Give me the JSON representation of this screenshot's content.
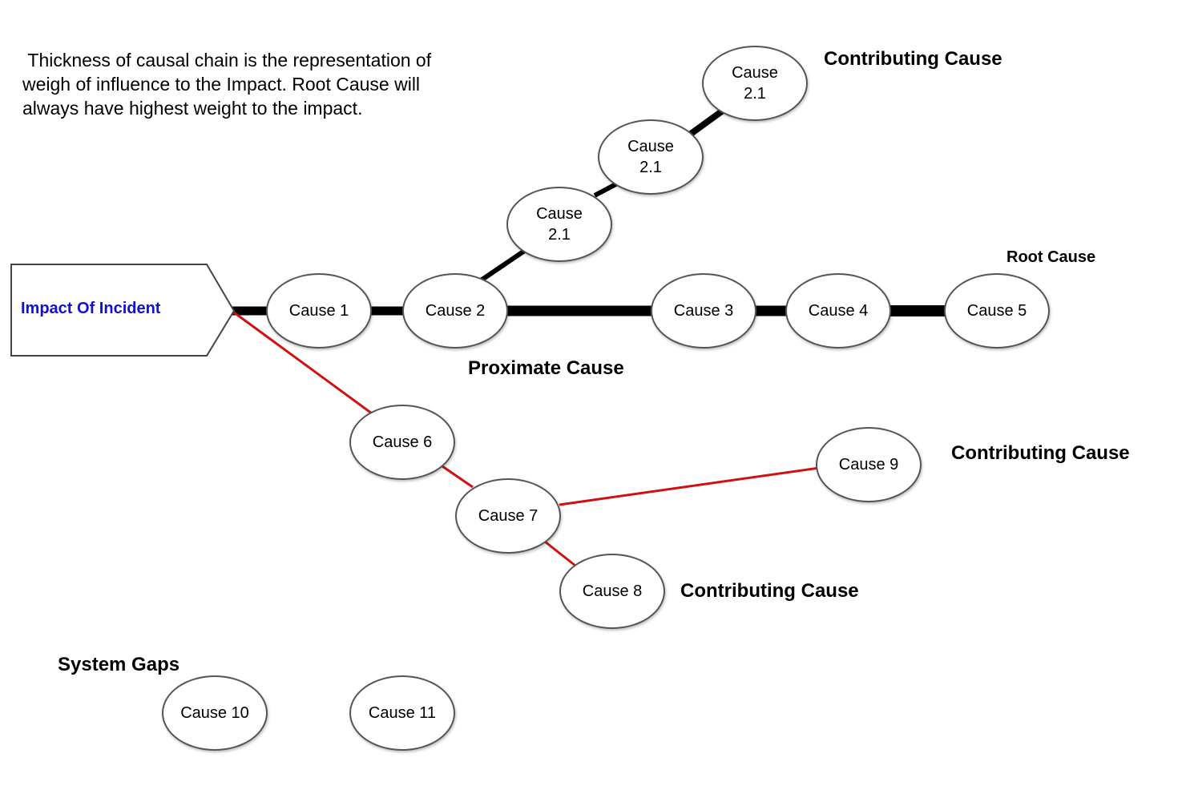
{
  "note": " Thickness of causal chain is the representation of\nweigh of influence to the Impact. Root Cause will\nalways have highest weight to the impact.",
  "impact": {
    "label": "Impact Of Incident",
    "color": "#1010d0"
  },
  "colors": {
    "main_chain": "#000000",
    "secondary_chain": "#d01010",
    "node_border": "#555555"
  },
  "nodes": {
    "cause_1": "Cause 1",
    "cause_2": "Cause 2",
    "cause_3": "Cause 3",
    "cause_4": "Cause 4",
    "cause_5": "Cause 5",
    "cause_2_1_a": "Cause\n2.1",
    "cause_2_1_b": "Cause\n2.1",
    "cause_2_1_c": "Cause\n2.1",
    "cause_6": "Cause 6",
    "cause_7": "Cause 7",
    "cause_8": "Cause 8",
    "cause_9": "Cause 9",
    "cause_10": "Cause 10",
    "cause_11": "Cause 11"
  },
  "labels": {
    "contributing_top": "Contributing Cause",
    "root_cause": "Root Cause",
    "proximate_cause": "Proximate Cause",
    "contributing_right": "Contributing Cause",
    "contributing_bottom": "Contributing Cause",
    "system_gaps": "System Gaps"
  }
}
